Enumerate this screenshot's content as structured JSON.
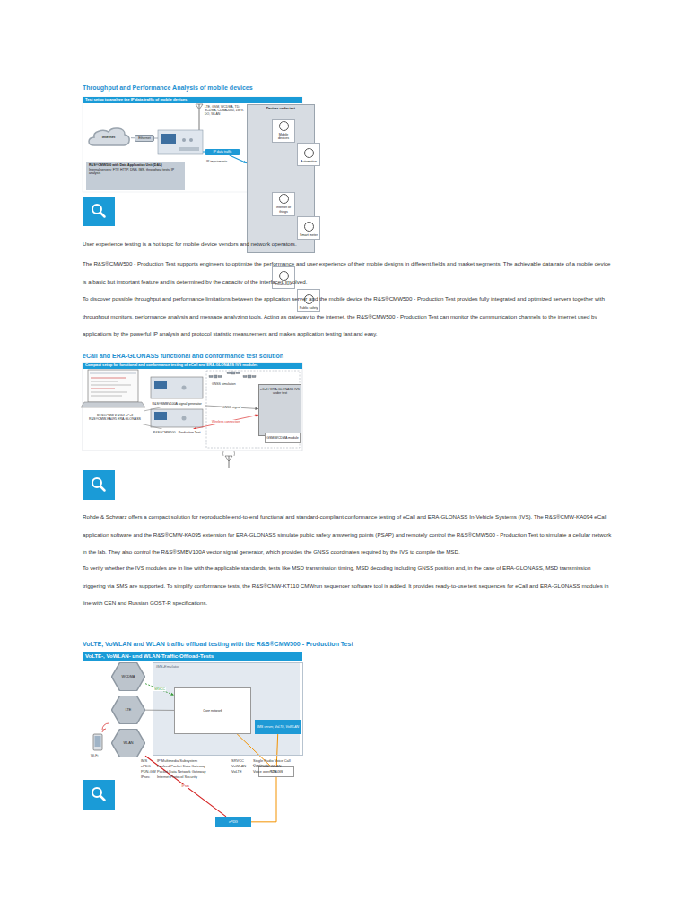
{
  "diagram": {
    "nodes": [
      {
        "text": [
          "Test setup to analyze the IP data traffic of mobile devices"
        ]
      },
      {
        "text": [
          "Internet"
        ]
      },
      {
        "text": [
          "Ethernet"
        ]
      },
      {
        "text": [
          "R&S®CMW500 with Data Application Unit (DAU)",
          "Internal servers: FTP, HTTP, DNS, IMS, throughput tests, IP analysis"
        ]
      },
      {
        "text": [
          "Devices under test"
        ]
      },
      {
        "text": [
          "Mobile devices"
        ],
        "in": 4
      },
      {
        "text": [
          "Automotive"
        ],
        "in": 4
      },
      {
        "text": [
          "Internet of things"
        ],
        "in": 4
      },
      {
        "text": [
          "Smart meter"
        ],
        "in": 4
      },
      {
        "text": [
          "Healthcare"
        ],
        "in": 4
      },
      {
        "text": [
          "Public safety"
        ],
        "in": 4
      },
      {
        "text": [
          "IP data traffic"
        ]
      },
      {
        "text": [
          "Compact setup for functional and conformance testing of eCall and ERA-GLONASS IVS modules"
        ]
      },
      {
        "text": [
          "R&S®CMW-KA094 eCall",
          "R&S®CMW-KA095 ERA-GLONASS"
        ]
      },
      {
        "text": [
          "R&S®SMBV100A signal generator"
        ]
      },
      {
        "text": [
          "R&S®CMW500 - Production Test"
        ]
      },
      {
        "text": [
          "eCall / ERA-GLONASS IVS under test"
        ]
      },
      {
        "text": [
          "GSM/WCDMA module"
        ],
        "in": 16
      },
      {
        "text": [
          "VoLTE-, VoWLAN- und WLAN-Traffic-Offload-Tests"
        ]
      },
      {
        "text": [
          "IMS-Emulator"
        ]
      },
      {
        "text": [
          "Core network"
        ],
        "in": 19
      },
      {
        "text": [
          "IMS server, VoLTE, VoWLAN"
        ],
        "in": 19
      },
      {
        "text": [
          "PDN-GW"
        ],
        "in": 19
      },
      {
        "text": [
          "ePDG"
        ],
        "in": 19
      },
      {
        "text": [
          "WCDMA"
        ]
      },
      {
        "text": [
          "LTE"
        ]
      },
      {
        "text": [
          "WLAN"
        ]
      }
    ],
    "edges": [
      {
        "from": 1,
        "to": 2,
        "arrow": "none"
      },
      {
        "from": 11,
        "to": 4,
        "arrow": "to"
      },
      {
        "from": 13,
        "to": 14,
        "arrow": "none"
      },
      {
        "from": 13,
        "to": 15,
        "arrow": "none"
      },
      {
        "from": 14,
        "to": 16,
        "arrow": "to",
        "label": "GNSS signal"
      },
      {
        "from": 15,
        "to": 16,
        "arrow": "both",
        "label": "Wireless connection"
      },
      {
        "from": 24,
        "to": 20,
        "arrow": "to",
        "label": "SRVCC"
      },
      {
        "from": 25,
        "to": 20,
        "arrow": "none"
      },
      {
        "from": 26,
        "to": 23,
        "arrow": "none",
        "label": "IPsec"
      },
      {
        "from": 23,
        "to": 22,
        "arrow": "none"
      },
      {
        "from": 20,
        "to": 22,
        "arrow": "none"
      },
      {
        "from": 22,
        "to": 21,
        "arrow": "none"
      }
    ],
    "labels": [
      "Throughput and Performance Analysis of mobile devices",
      "LTE, GSM, WCDMA, TD-SCDMA, CDMA2000, 1xEV-DO, WLAN",
      "IP impairments",
      "User experience testing is a hot topic for mobile device vendors and network operators.",
      "The R&S®CMW500 - Production Test supports engineers to optimize the performance and user experience of their mobile designs in different fields and market segments. The achievable data rate of a mobile device is a basic but important feature and is determined by the capacity of the interfaces involved.",
      "To discover possible throughput and performance limitations between the application server and the mobile device the R&S®CMW500 - Production Test provides fully integrated and optimized servers together with throughput monitors, performance analysis and message analyzing tools. Acting as gateway to the internet, the R&S®CMW500 - Production Test can monitor the communication channels to the internet used by applications by the powerful IP analysis and protocol statistic measurement and makes application testing fast and easy.",
      "eCall and ERA-GLONASS functional and conformance test solution",
      "GNSS simulation",
      "Rohde & Schwarz offers a compact solution for reproducible end-to-end functional and standard-compliant conformance testing of eCall and ERA-GLONASS In-Vehicle Systems (IVS). The R&S®CMW-KA094 eCall application software and the R&S®CMW-KA095 extension for ERA-GLONASS simulate public safety answering points (PSAP) and remotely control the R&S®CMW500 - Production Test to simulate a cellular network in the lab. They also control the R&S®SMBV100A vector signal generator, which provides the GNSS coordinates required by the IVS to compile the MSD.",
      "To verify whether the IVS modules are in line with the applicable standards, tests like MSD transmission timing, MSD decoding including GNSS position and, in the case of ERA-GLONASS, MSD transmission triggering via SMS are supported. To simplify conformance tests, the R&S®CMW-KT110 CMWrun sequencer software tool is added. It provides ready-to-use test sequences for eCall and ERA-GLONASS modules in line with CEN and Russian GOST-R specifications.",
      "VoLTE, VoWLAN and WLAN traffic offload testing with the R&S®CMW500 - Production Test",
      "Wi-Fi",
      "IMS",
      "IP Multimedia Subsystem",
      "ePDG",
      "Evolved Packet Data Gateway",
      "PDN-GW",
      "Packet Data Network Gateway",
      "IPsec",
      "Internet Protocol Security",
      "SRVCC",
      "Single Radio Voice Call Continuity",
      "VoWLAN",
      "Voice over WLAN",
      "VoLTE",
      "Voice over LTE"
    ]
  }
}
